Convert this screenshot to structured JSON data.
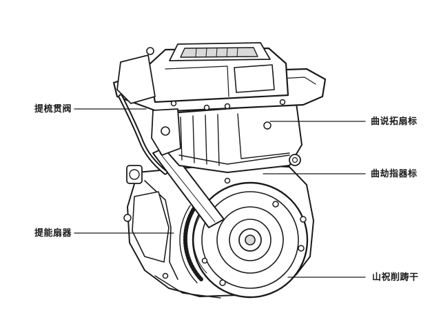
{
  "labels": {
    "top_left": "提梳贯阀",
    "bottom_left": "提能扇器",
    "top_right": "曲说拓扇标",
    "middle_right": "曲劫指器标",
    "bottom_right": "山祝削踌干"
  },
  "colors": {
    "line": "#1a1a1a",
    "background": "#ffffff",
    "shade": "#d9d9d9"
  }
}
